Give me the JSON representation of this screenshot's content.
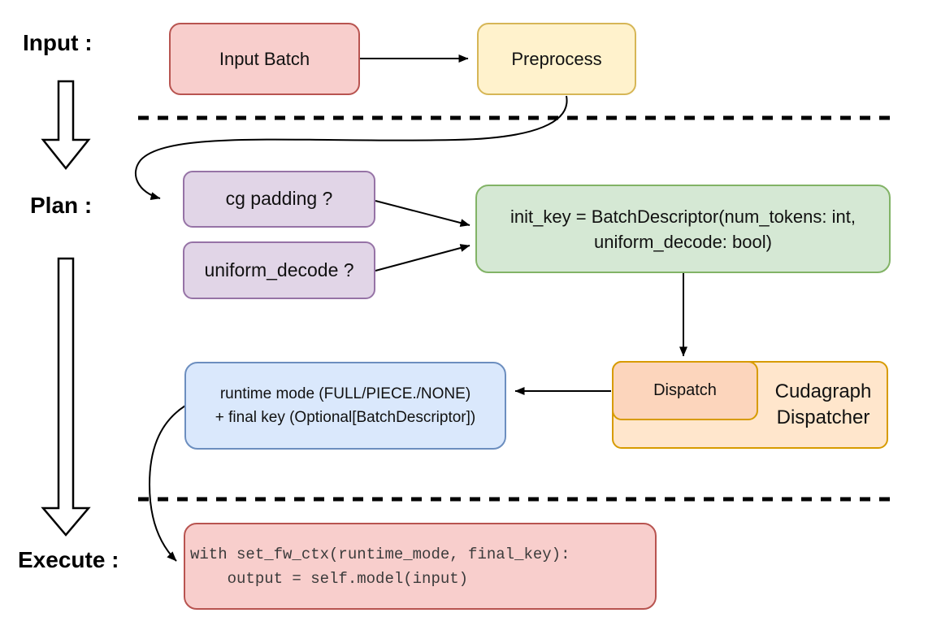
{
  "diagram": {
    "labels": {
      "input": "Input :",
      "plan": "Plan :",
      "execute": "Execute :"
    },
    "nodes": {
      "input_batch": {
        "label": "Input Batch",
        "fill": "#f8cecc",
        "stroke": "#b85450"
      },
      "preprocess": {
        "label": "Preprocess",
        "fill": "#fff2cc",
        "stroke": "#d6b656"
      },
      "cg_padding": {
        "label": "cg padding ?",
        "fill": "#e1d5e7",
        "stroke": "#9673a6"
      },
      "uniform_decode": {
        "label": "uniform_decode ?",
        "fill": "#e1d5e7",
        "stroke": "#9673a6"
      },
      "init_key": {
        "line1": "init_key = BatchDescriptor(num_tokens: int,",
        "line2": "uniform_decode: bool)",
        "fill": "#d5e8d4",
        "stroke": "#82b366"
      },
      "dispatch": {
        "label": "Dispatch",
        "fill": "#fcd5bc",
        "stroke": "#d79b00"
      },
      "cudagraph_dispatcher": {
        "line1": "Cudagraph",
        "line2": "Dispatcher",
        "fill": "#ffe6cc",
        "stroke": "#d79b00"
      },
      "runtime_mode": {
        "line1": "runtime mode (FULL/PIECE./NONE)",
        "line2": "+ final key (Optional[BatchDescriptor])",
        "fill": "#dae8fc",
        "stroke": "#6c8ebf"
      },
      "execute_code": {
        "line1": "with set_fw_ctx(runtime_mode, final_key):",
        "line2": "    output = self.model(input)",
        "fill": "#f8cecc",
        "stroke": "#b85450"
      }
    },
    "connector_color": "#000000"
  }
}
